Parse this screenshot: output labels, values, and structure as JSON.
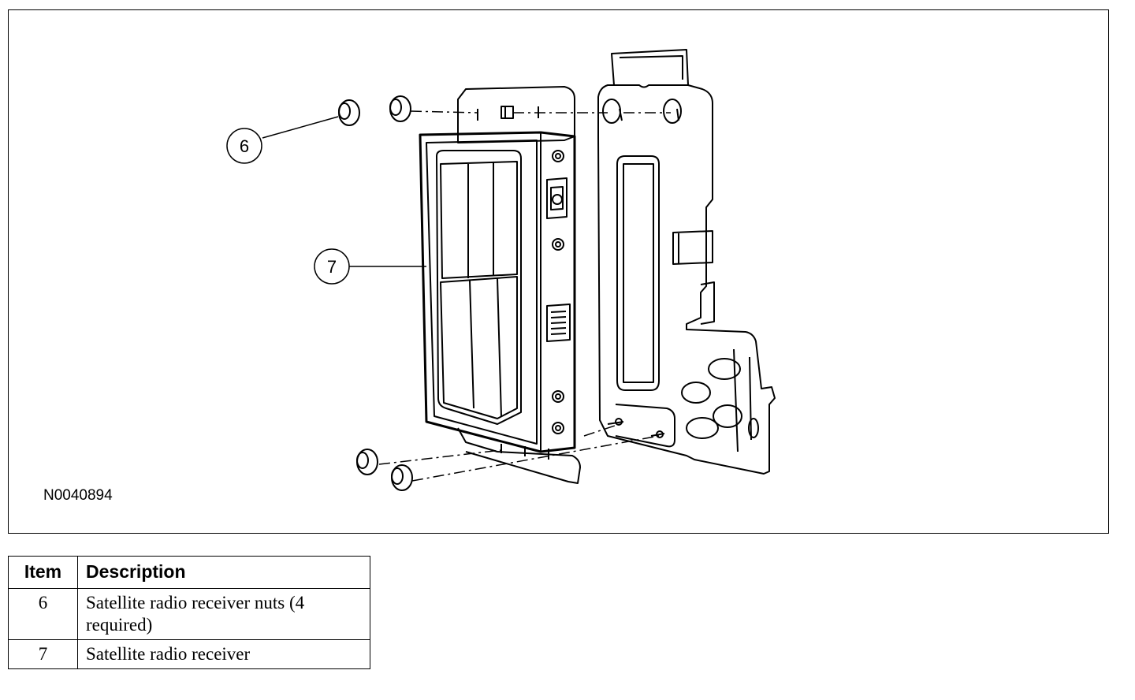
{
  "figure": {
    "id": "N0040894",
    "callouts": [
      {
        "number": "6"
      },
      {
        "number": "7"
      }
    ]
  },
  "legend": {
    "headers": {
      "item": "Item",
      "description": "Description"
    },
    "rows": [
      {
        "item": "6",
        "description": "Satellite radio receiver nuts (4 required)"
      },
      {
        "item": "7",
        "description": "Satellite radio receiver"
      }
    ]
  }
}
